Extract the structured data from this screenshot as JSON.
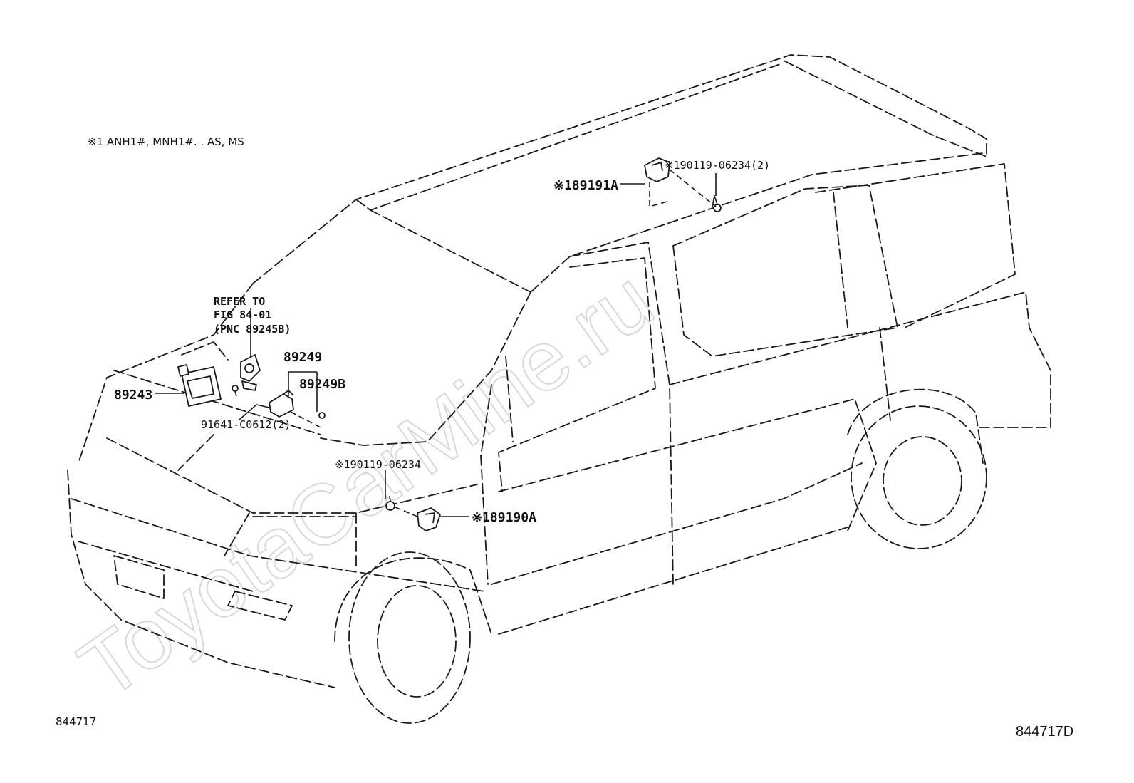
{
  "note": "※1  ANH1#, MNH1#. . AS, MS",
  "refer": {
    "line1": "REFER TO",
    "line2": "FIG 84-01",
    "line3": "(PNC 89245B)"
  },
  "parts": {
    "p89243": "89243",
    "p89249": "89249",
    "p89249b": "89249B",
    "p91641": "91641-C0612(2)",
    "p90119_rear": "※190119-06234(2)",
    "p89191a": "※189191A",
    "p90119_front": "※190119-06234",
    "p89190a": "※189190A"
  },
  "codes": {
    "left": "844717",
    "right": "844717D"
  },
  "watermark": "ToyotaCarMine.ru"
}
